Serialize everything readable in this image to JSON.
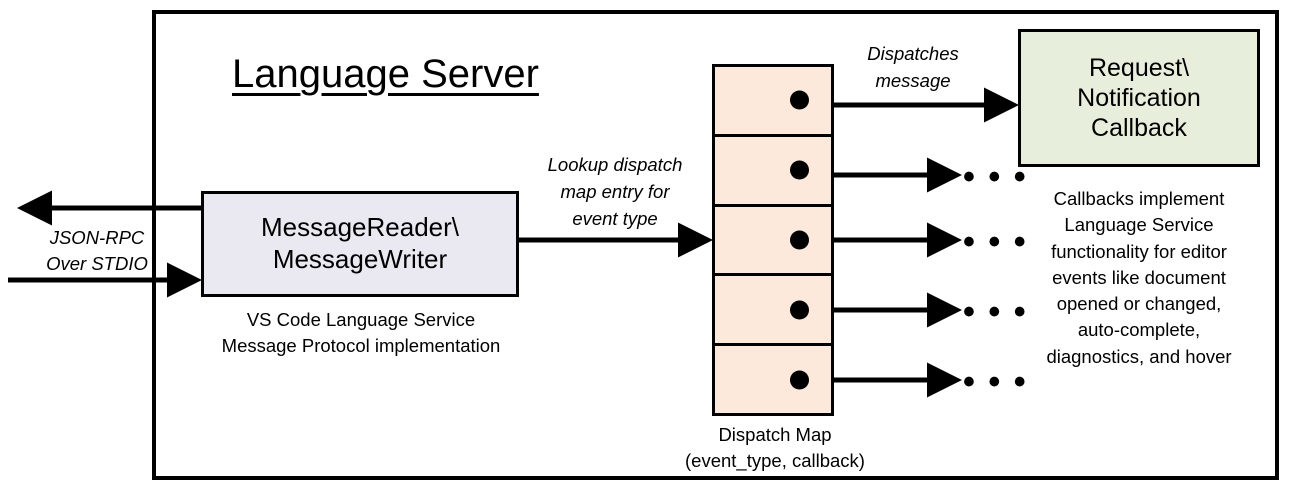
{
  "diagram": {
    "title": "Language Server",
    "frame_label": "Language Server"
  },
  "message_io": {
    "box_text": "MessageReader\\\nMessageWriter",
    "caption": "VS Code Language Service\nMessage Protocol implementation",
    "transport_label": "JSON-RPC\nOver STDIO",
    "box_fill": "#eae9f2"
  },
  "lookup": {
    "label": "Lookup dispatch\nmap entry for\nevent type"
  },
  "dispatch_map": {
    "caption": "Dispatch Map\n(event_type, callback)",
    "row_count": 5,
    "fill": "#fce9dc",
    "rows": [
      {
        "id": "row-1",
        "dot": "callback-dot"
      },
      {
        "id": "row-2",
        "dot": "callback-dot"
      },
      {
        "id": "row-3",
        "dot": "callback-dot"
      },
      {
        "id": "row-4",
        "dot": "callback-dot"
      },
      {
        "id": "row-5",
        "dot": "callback-dot"
      }
    ],
    "dispatch_label": "Dispatches\nmessage"
  },
  "callback": {
    "box_text": "Request\\\nNotification\nCallback",
    "caption": "Callbacks implement\nLanguage Service\nfunctionality for editor\nevents like document\nopened or changed,\nauto-complete,\ndiagnostics, and hover",
    "box_fill": "#e8eedc"
  },
  "ellipses": {
    "glyph": "• • •",
    "items": [
      "more-callbacks-2",
      "more-callbacks-3",
      "more-callbacks-4",
      "more-callbacks-5"
    ]
  },
  "colors": {
    "stroke": "#000000",
    "background": "#ffffff",
    "io_box": "#eae9f2",
    "map_box": "#fce9dc",
    "callback_box": "#e8eedc"
  }
}
